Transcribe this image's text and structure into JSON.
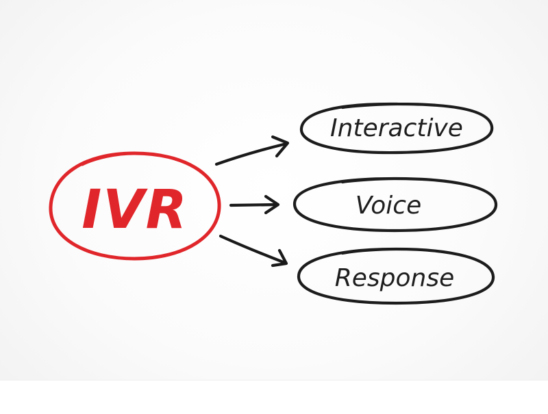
{
  "diagram": {
    "acronym": "IVR",
    "terms": [
      "Interactive",
      "Voice",
      "Response"
    ],
    "colors": {
      "acronym": "#e0262a",
      "terms": "#1e1e1e",
      "background": "#ffffff"
    }
  }
}
